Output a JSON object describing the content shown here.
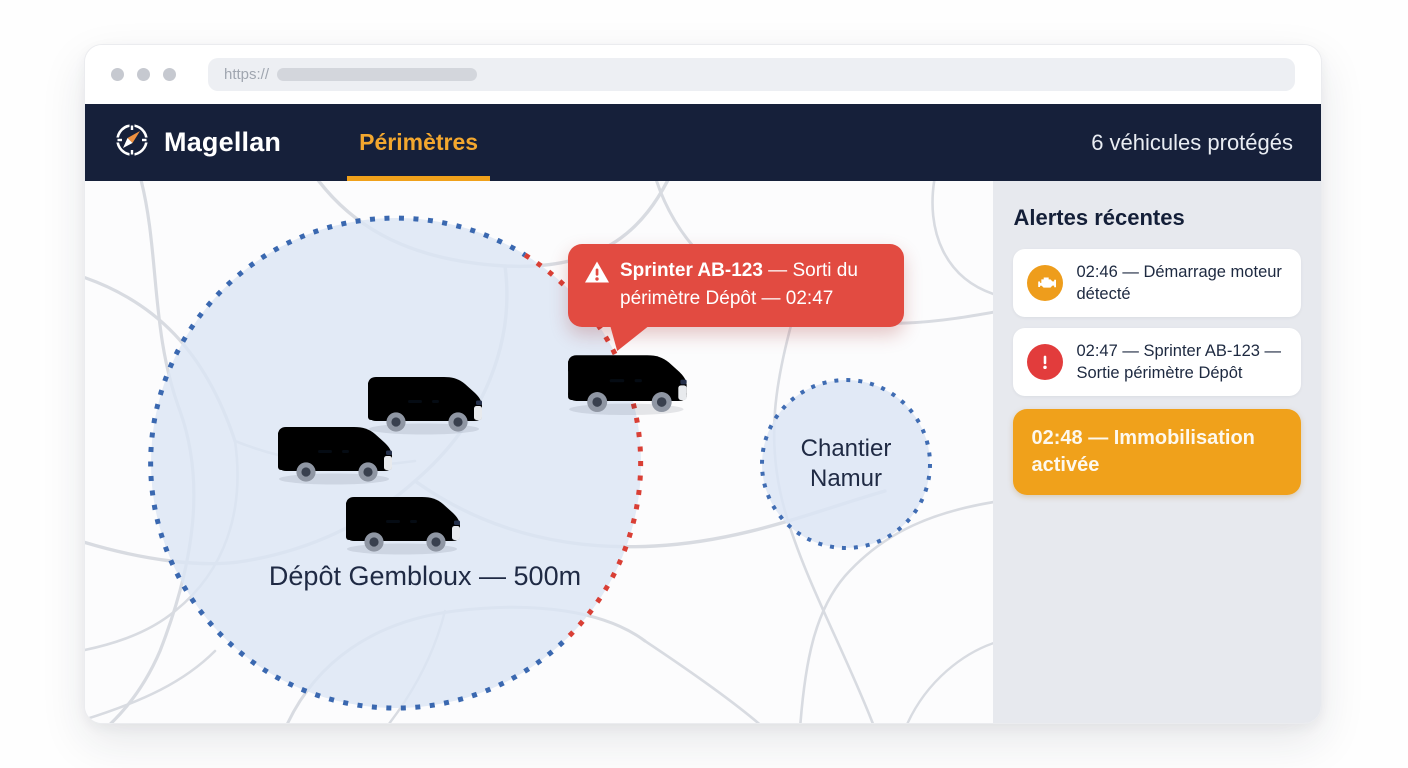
{
  "browser": {
    "url_scheme": "https://"
  },
  "navbar": {
    "brand": "Magellan",
    "active_tab": "Périmètres",
    "status": "6 véhicules protégés"
  },
  "map": {
    "geofences": {
      "depot_label": "Dépôt Gembloux — 500m",
      "chantier_label": "Chantier Namur"
    },
    "vehicles": {
      "inside_count": 3,
      "inside_color": "#4cab60",
      "breach_color": "#e0463e"
    },
    "tooltip": {
      "vehicle": "Sprinter AB-123",
      "message": " — Sorti du périmètre Dépôt — 02:47"
    }
  },
  "sidebar": {
    "title": "Alertes récentes",
    "alerts": [
      {
        "icon": "engine-icon",
        "type": "info",
        "text": "02:46 — Démarrage moteur détecté"
      },
      {
        "icon": "warning-circle-icon",
        "type": "alert",
        "text": "02:47 — Sprinter AB-123 — Sortie périmètre Dépôt"
      },
      {
        "icon": null,
        "type": "action",
        "text": "02:48 — Immobilisation activée"
      }
    ]
  },
  "colors": {
    "navbar_bg": "#16203a",
    "accent_orange": "#f0a11b",
    "alert_red": "#e24b41",
    "geofence_blue": "#3a68b0",
    "geofence_breach_red": "#d93f35",
    "geofence_fill": "#dce5f3",
    "sidebar_bg": "#e7e9ee"
  }
}
